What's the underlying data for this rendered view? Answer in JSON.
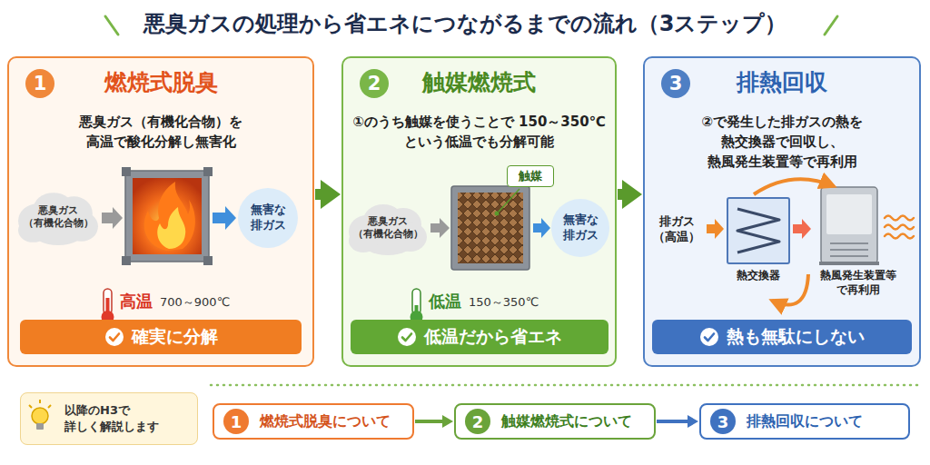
{
  "diagram": {
    "title": "悪臭ガスの処理から省エネにつながるまでの流れ（3ステップ）",
    "nodes": [
      {
        "text": [
          "1",
          "燃焼式脱臭",
          "悪臭ガス（有機化合物）を 高温で酸化分解し無害化"
        ]
      },
      {
        "text": [
          "悪臭ガス （有機化合物）"
        ],
        "in": 0
      },
      {
        "text": [
          "無害な 排ガス"
        ],
        "in": 0
      },
      {
        "text": [
          "確実に分解"
        ],
        "in": 0
      },
      {
        "text": [
          "2",
          "触媒燃焼式",
          "①のうち触媒を使うことで 150～350℃という低温でも分解可能"
        ]
      },
      {
        "text": [
          "悪臭ガス （有機化合物）"
        ],
        "in": 4
      },
      {
        "text": [
          "触媒"
        ],
        "in": 4
      },
      {
        "text": [
          "無害な 排ガス"
        ],
        "in": 4
      },
      {
        "text": [
          "低温だから省エネ"
        ],
        "in": 4
      },
      {
        "text": [
          "3",
          "排熱回収",
          "②で発生した排ガスの熱を 熱交換器で回収し、 熱風発生装置等で再利用"
        ]
      },
      {
        "text": [
          "熱も無駄にしない"
        ],
        "in": 9
      },
      {
        "text": [
          "以降のH3で 詳しく解説します"
        ]
      },
      {
        "text": [
          "1",
          "燃焼式脱臭について"
        ]
      },
      {
        "text": [
          "2",
          "触媒燃焼式について"
        ]
      },
      {
        "text": [
          "3",
          "排熱回収について"
        ]
      }
    ],
    "edges": [
      {
        "from": 0,
        "to": 4,
        "arrow": "to"
      },
      {
        "from": 4,
        "to": 9,
        "arrow": "to"
      },
      {
        "from": 12,
        "to": 13,
        "arrow": "to"
      },
      {
        "from": 13,
        "to": 14,
        "arrow": "to"
      }
    ],
    "labels": [
      "高温",
      "700～900℃",
      "低温",
      "150～350℃",
      "排ガス （高温）",
      "熱交換器",
      "熱風発生装置等 で再利用"
    ]
  }
}
